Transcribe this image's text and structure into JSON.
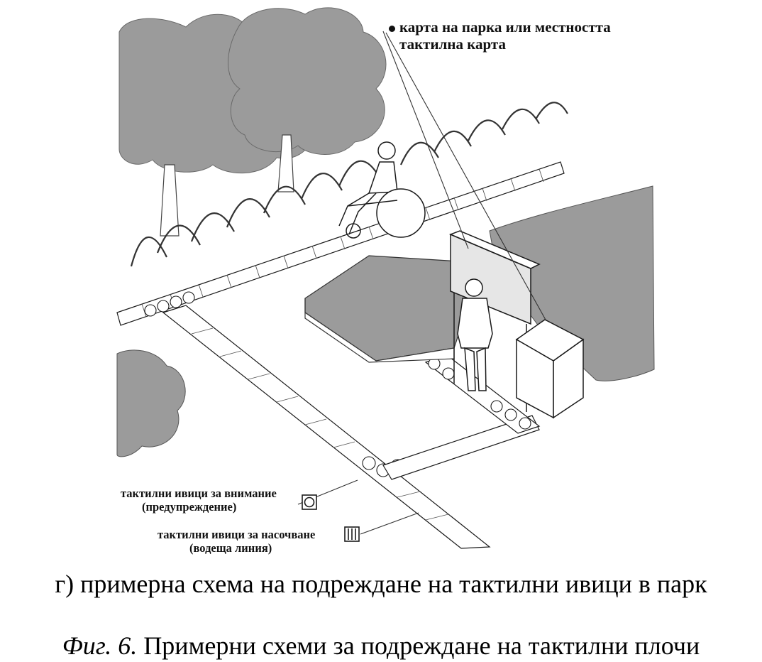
{
  "labels": {
    "map_line1": "карта на парка или местността",
    "map_line2": "тактилна карта",
    "warning_line1": "тактилни ивици за внимание",
    "warning_line2": "(предупреждение)",
    "guiding_line1": "тактилни ивици за насочване",
    "guiding_line2": "(водеща линия)"
  },
  "captions": {
    "subcaption": "г) примерна схема на подреждане на тактилни ивици в парк",
    "figure_number": "Фиг. 6.",
    "figure_title": "Примерни схеми за подреждане на тактилни плочи"
  },
  "colors": {
    "foliage": "#9b9b9b",
    "line": "#1a1a1a",
    "board": "#e6e6e6",
    "background": "#ffffff"
  },
  "icons": {
    "warning_legend": "circle-in-square-icon",
    "guiding_legend": "vertical-stripes-icon"
  }
}
